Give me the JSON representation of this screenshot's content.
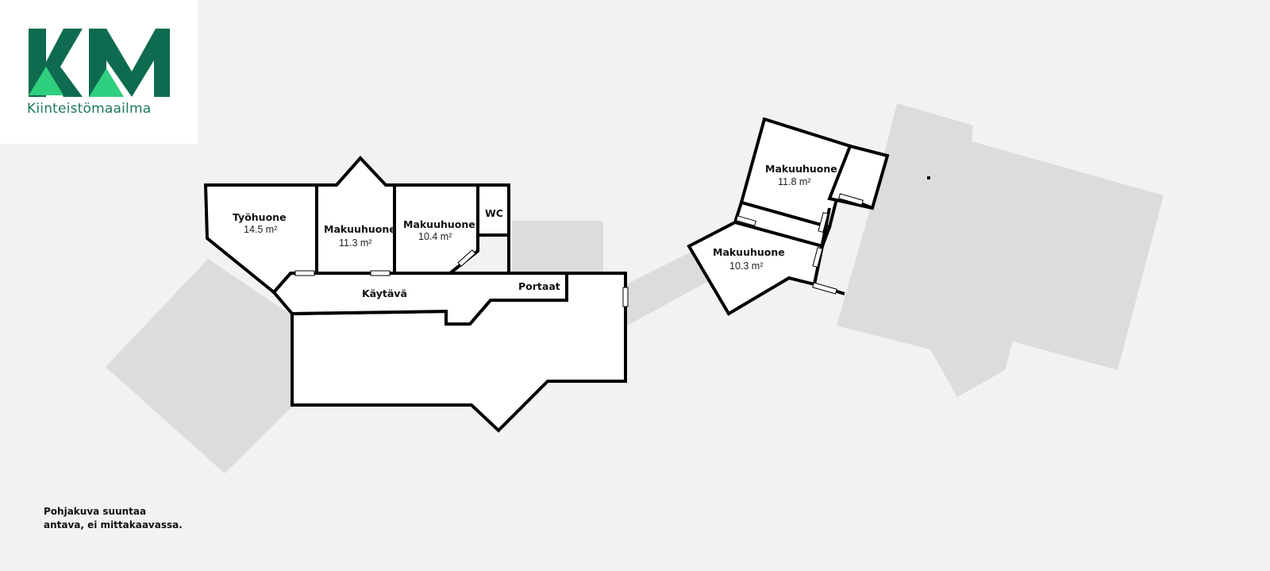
{
  "logo": {
    "letters": "KM",
    "wordmark": "Kiinteistömaailma",
    "colors": {
      "dark": "#0f6b4f",
      "light": "#2ecf7f",
      "text": "#1f7a5a"
    }
  },
  "rooms": {
    "tyohuone": {
      "name": "Työhuone",
      "area": "14.5 m²"
    },
    "makuuhuone1": {
      "name": "Makuuhuone",
      "area": "11.3 m²"
    },
    "makuuhuone2": {
      "name": "Makuuhuone",
      "area": "10.4 m²"
    },
    "wc": {
      "name": "WC"
    },
    "kaytava": {
      "name": "Käytävä"
    },
    "portaat": {
      "name": "Portaat"
    },
    "makuuhuone3": {
      "name": "Makuuhuone",
      "area": "11.8 m²"
    },
    "makuuhuone4": {
      "name": "Makuuhuone",
      "area": "10.3 m²"
    }
  },
  "note": {
    "line1": "Pohjakuva suuntaa",
    "line2": "antava, ei mittakaavassa."
  },
  "colors": {
    "background": "#f3f2f0",
    "shadow": "#dcdcdc",
    "wall": "#000000",
    "floor": "#ffffff"
  }
}
